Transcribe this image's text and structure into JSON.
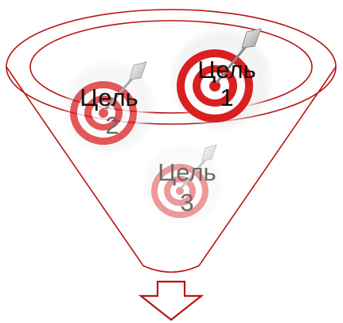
{
  "colors": {
    "outline": "#b81414",
    "target_red": "#d91f1f",
    "target_white": "#fdfdfd",
    "label_dark": "#111111",
    "label_faded": "#6a6a6a",
    "arrow_outline": "#b81414"
  },
  "goals": [
    {
      "word": "Цель",
      "number": "1"
    },
    {
      "word": "Цель",
      "number": "2"
    },
    {
      "word": "Цель",
      "number": "3"
    }
  ],
  "icons": [
    "target-icon",
    "dart-icon",
    "down-arrow-icon"
  ]
}
